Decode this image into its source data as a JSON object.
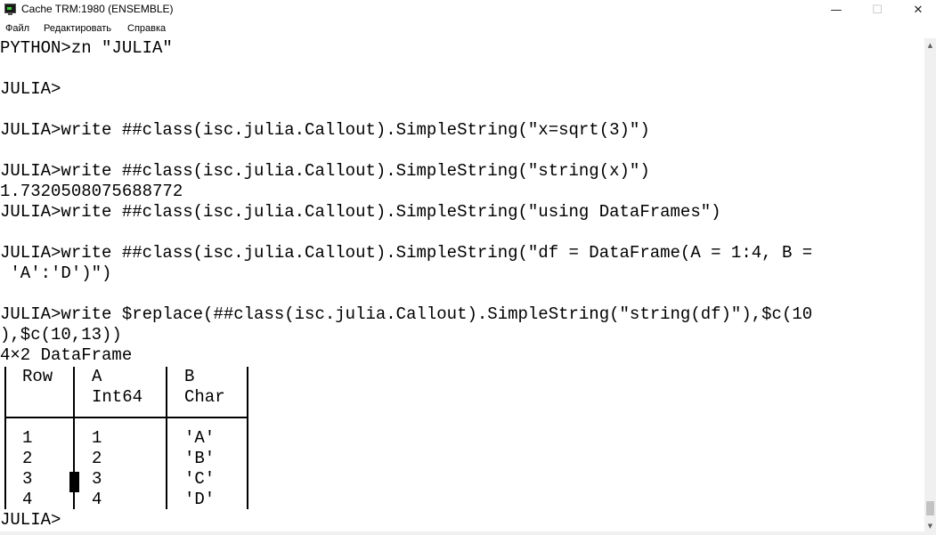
{
  "window": {
    "title": "Cache TRM:1980 (ENSEMBLE)",
    "minimize_glyph": "—",
    "maximize_glyph": "☐",
    "close_glyph": "✕"
  },
  "menu": {
    "items": [
      "Файл",
      "Редактировать",
      "Справка"
    ]
  },
  "terminal": {
    "lines": [
      "PYTHON>zn \"JULIA\"",
      "",
      "JULIA>",
      "",
      "JULIA>write ##class(isc.julia.Callout).SimpleString(\"x=sqrt(3)\")",
      "",
      "JULIA>write ##class(isc.julia.Callout).SimpleString(\"string(x)\")",
      "1.7320508075688772",
      "JULIA>write ##class(isc.julia.Callout).SimpleString(\"using DataFrames\")",
      "",
      "JULIA>write ##class(isc.julia.Callout).SimpleString(\"df = DataFrame(A = 1:4, B =",
      " 'A':'D')\")",
      "",
      "JULIA>write $replace(##class(isc.julia.Callout).SimpleString(\"string(df)\"),$c(10",
      "),$c(10,13))",
      "4×2 DataFrame"
    ],
    "prompt": "JULIA>"
  },
  "dataframe": {
    "headers": [
      [
        "Row",
        ""
      ],
      [
        "A",
        "Int64"
      ],
      [
        "B",
        "Char"
      ]
    ],
    "rows": [
      [
        "1",
        "1",
        "'A'"
      ],
      [
        "2",
        "2",
        "'B'"
      ],
      [
        "3",
        "3",
        "'C'"
      ],
      [
        "4",
        "4",
        "'D'"
      ]
    ]
  },
  "scrollbar": {
    "up_glyph": "▲",
    "down_glyph": "▼",
    "position": 0.97
  }
}
